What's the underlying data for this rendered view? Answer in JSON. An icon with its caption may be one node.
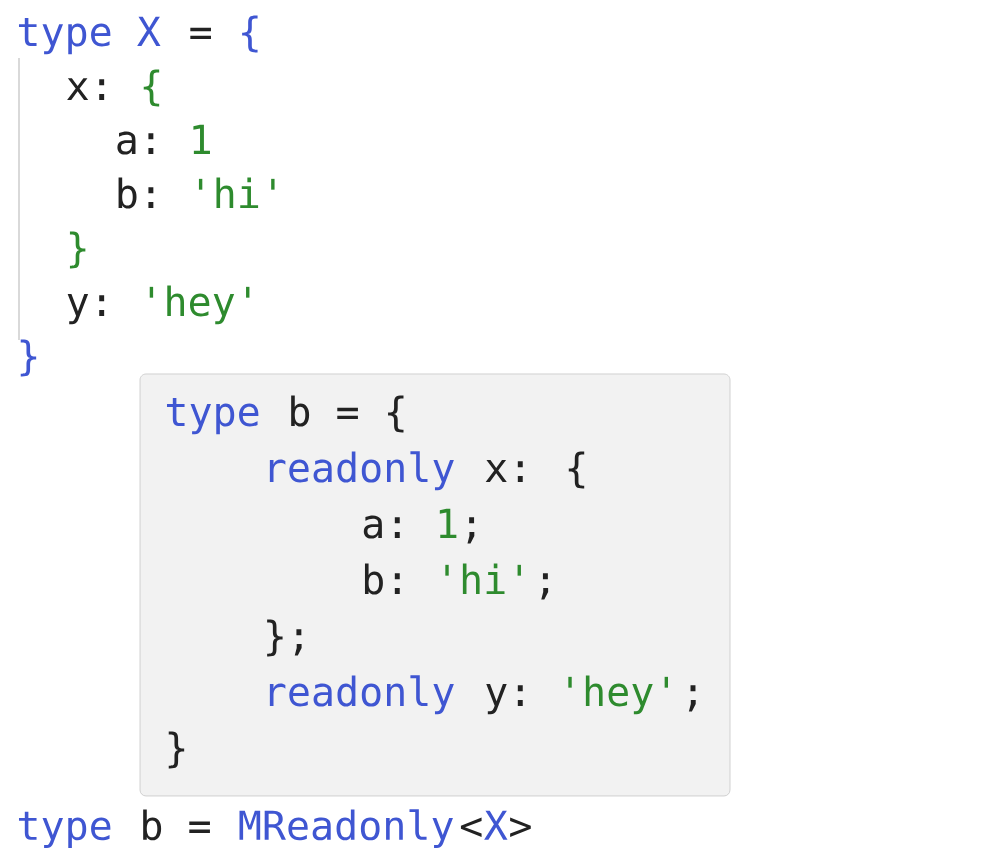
{
  "diagram": {
    "nodes": [
      {
        "text": [
          "type",
          "b = {",
          "readonly",
          "x: {",
          "a:",
          "1",
          ";",
          "b:",
          "'hi'",
          ";",
          "};",
          "readonly",
          "y:",
          "'hey'",
          ";",
          "}"
        ]
      }
    ],
    "labels": [
      "type X",
      "=",
      "{",
      "x:",
      "{",
      "a:",
      "1",
      "b:",
      "'hi'",
      "}",
      "y:",
      "'hey'",
      "}",
      "type",
      "b =",
      "MReadonly",
      "<",
      "X",
      ">"
    ]
  }
}
